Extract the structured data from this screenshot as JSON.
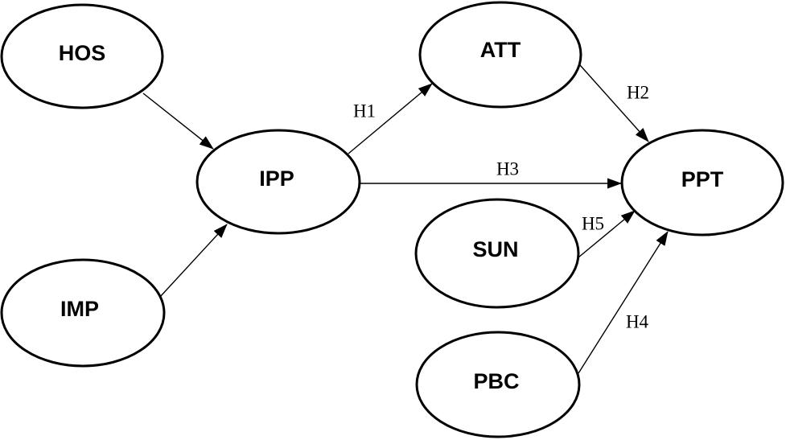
{
  "figure": {
    "type": "path-diagram",
    "background_color": "#ffffff",
    "stroke_color": "#000000",
    "node_fill_color": "#ffffff",
    "nodes": [
      {
        "id": "hos",
        "label": "HOS"
      },
      {
        "id": "imp",
        "label": "IMP"
      },
      {
        "id": "ipp",
        "label": "IPP"
      },
      {
        "id": "att",
        "label": "ATT"
      },
      {
        "id": "sun",
        "label": "SUN"
      },
      {
        "id": "pbc",
        "label": "PBC"
      },
      {
        "id": "ppt",
        "label": "PPT"
      }
    ],
    "edges": [
      {
        "from": "HOS",
        "to": "IPP",
        "label": ""
      },
      {
        "from": "IMP",
        "to": "IPP",
        "label": ""
      },
      {
        "from": "IPP",
        "to": "ATT",
        "label": "H1"
      },
      {
        "from": "ATT",
        "to": "PPT",
        "label": "H2"
      },
      {
        "from": "IPP",
        "to": "PPT",
        "label": "H3"
      },
      {
        "from": "PBC",
        "to": "PPT",
        "label": "H4"
      },
      {
        "from": "SUN",
        "to": "PPT",
        "label": "H5"
      }
    ]
  }
}
